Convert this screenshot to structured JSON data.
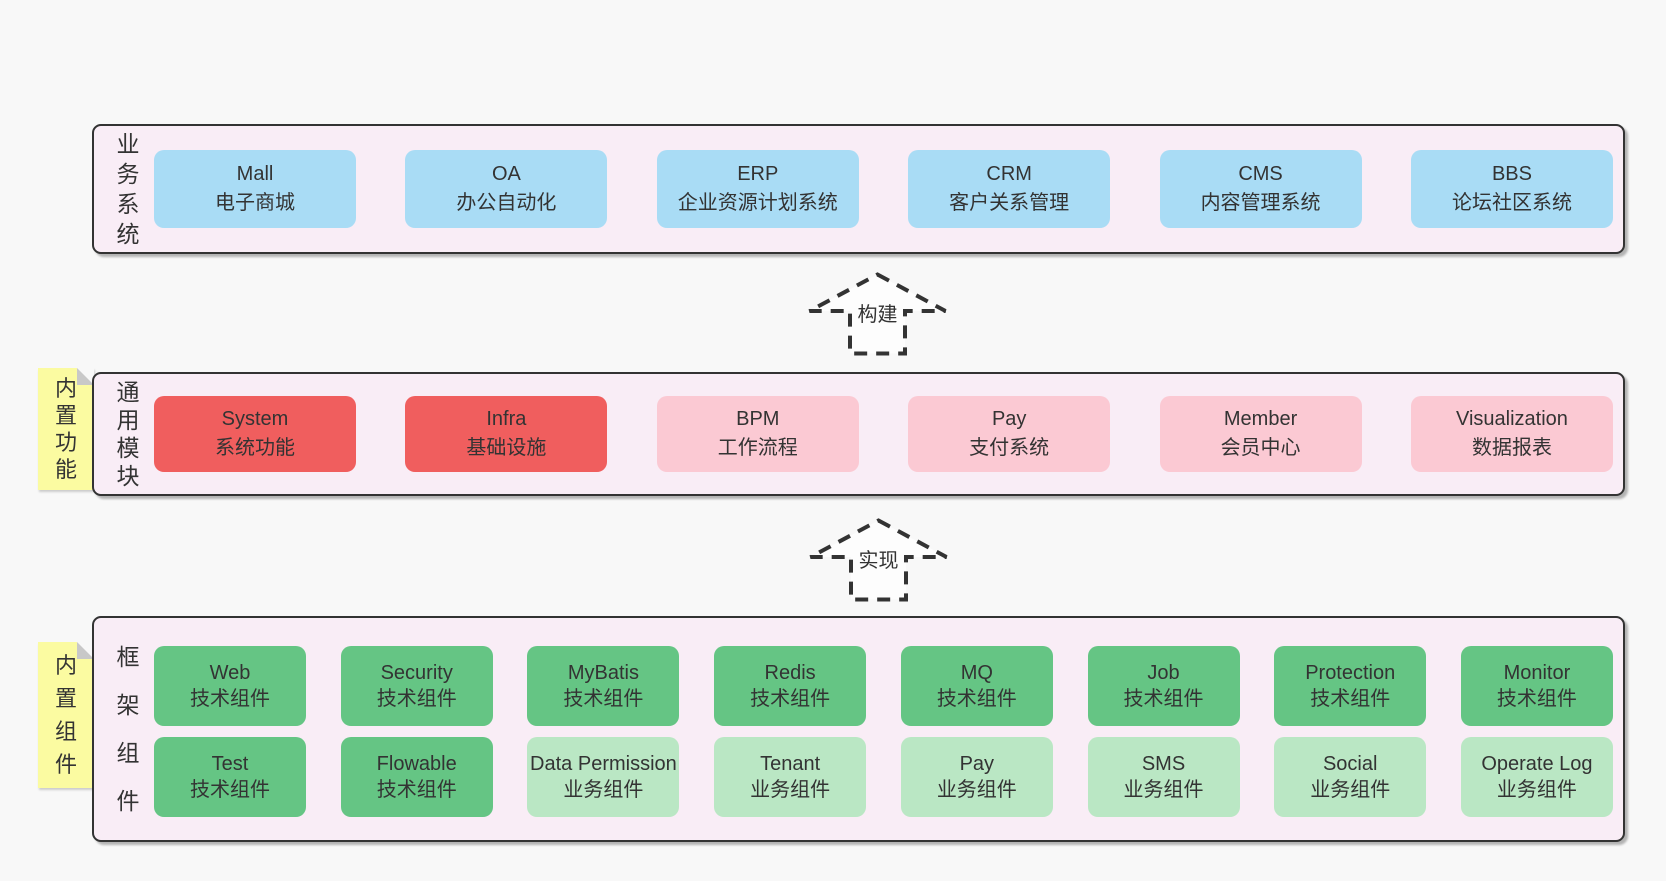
{
  "colors": {
    "background": "#f8f8f8",
    "panel_background": "#f9edf6",
    "panel_border": "#333333",
    "box_blue": "#a9dcf5",
    "box_red": "#f05e5e",
    "box_pink": "#fbc9d3",
    "box_green": "#65c584",
    "box_green_light": "#bae7c4",
    "sticky_yellow": "#fbfba1",
    "sticky_fold": "#c8c8c8",
    "text": "#333333"
  },
  "stickies": [
    {
      "label": "内置功能"
    },
    {
      "label": "内置组件"
    }
  ],
  "arrows": [
    {
      "label": "构建"
    },
    {
      "label": "实现"
    }
  ],
  "sections": {
    "business": {
      "label": "业务系统",
      "boxes": [
        {
          "title": "Mall",
          "subtitle": "电子商城"
        },
        {
          "title": "OA",
          "subtitle": "办公自动化"
        },
        {
          "title": "ERP",
          "subtitle": "企业资源计划系统"
        },
        {
          "title": "CRM",
          "subtitle": "客户关系管理"
        },
        {
          "title": "CMS",
          "subtitle": "内容管理系统"
        },
        {
          "title": "BBS",
          "subtitle": "论坛社区系统"
        }
      ]
    },
    "modules": {
      "label": "通用模块",
      "boxes": [
        {
          "title": "System",
          "subtitle": "系统功能"
        },
        {
          "title": "Infra",
          "subtitle": "基础设施"
        },
        {
          "title": "BPM",
          "subtitle": "工作流程"
        },
        {
          "title": "Pay",
          "subtitle": "支付系统"
        },
        {
          "title": "Member",
          "subtitle": "会员中心"
        },
        {
          "title": "Visualization",
          "subtitle": "数据报表"
        }
      ]
    },
    "framework": {
      "label": "框架组件",
      "rows": [
        [
          {
            "title": "Web",
            "subtitle": "技术组件"
          },
          {
            "title": "Security",
            "subtitle": "技术组件"
          },
          {
            "title": "MyBatis",
            "subtitle": "技术组件"
          },
          {
            "title": "Redis",
            "subtitle": "技术组件"
          },
          {
            "title": "MQ",
            "subtitle": "技术组件"
          },
          {
            "title": "Job",
            "subtitle": "技术组件"
          },
          {
            "title": "Protection",
            "subtitle": "技术组件"
          },
          {
            "title": "Monitor",
            "subtitle": "技术组件"
          }
        ],
        [
          {
            "title": "Test",
            "subtitle": "技术组件"
          },
          {
            "title": "Flowable",
            "subtitle": "技术组件"
          },
          {
            "title": "Data Permission",
            "subtitle": "业务组件"
          },
          {
            "title": "Tenant",
            "subtitle": "业务组件"
          },
          {
            "title": "Pay",
            "subtitle": "业务组件"
          },
          {
            "title": "SMS",
            "subtitle": "业务组件"
          },
          {
            "title": "Social",
            "subtitle": "业务组件"
          },
          {
            "title": "Operate Log",
            "subtitle": "业务组件"
          }
        ]
      ]
    }
  }
}
